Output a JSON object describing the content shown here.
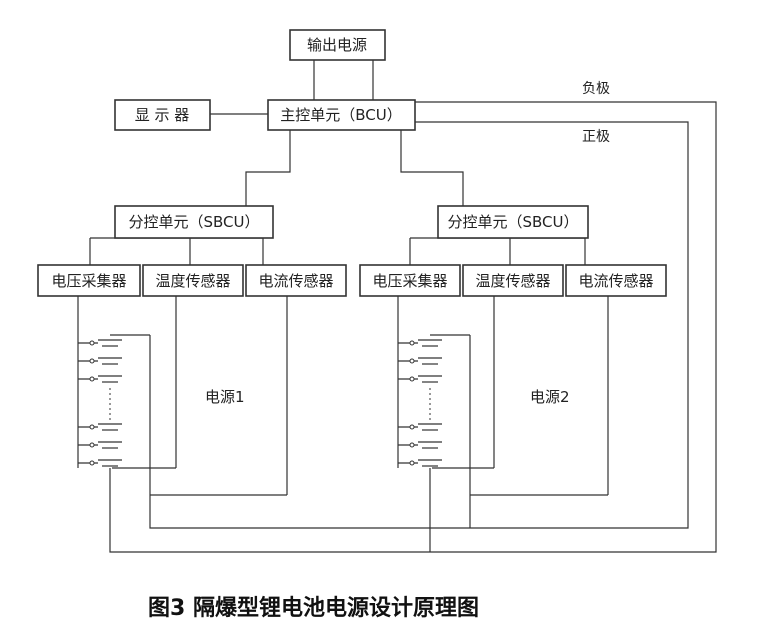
{
  "diagram": {
    "boxes": {
      "output_power": "输出电源",
      "display": "显 示 器",
      "main_control": "主控单元（BCU）",
      "sub_control_1": "分控单元（SBCU）",
      "sub_control_2": "分控单元（SBCU）",
      "voltage_1": "电压采集器",
      "temperature_1": "温度传感器",
      "current_1": "电流传感器",
      "voltage_2": "电压采集器",
      "temperature_2": "温度传感器",
      "current_2": "电流传感器"
    },
    "labels": {
      "negative": "负极",
      "positive": "正极",
      "power_1": "电源1",
      "power_2": "电源2"
    },
    "caption": "图3  隔爆型锂电池电源设计原理图"
  }
}
